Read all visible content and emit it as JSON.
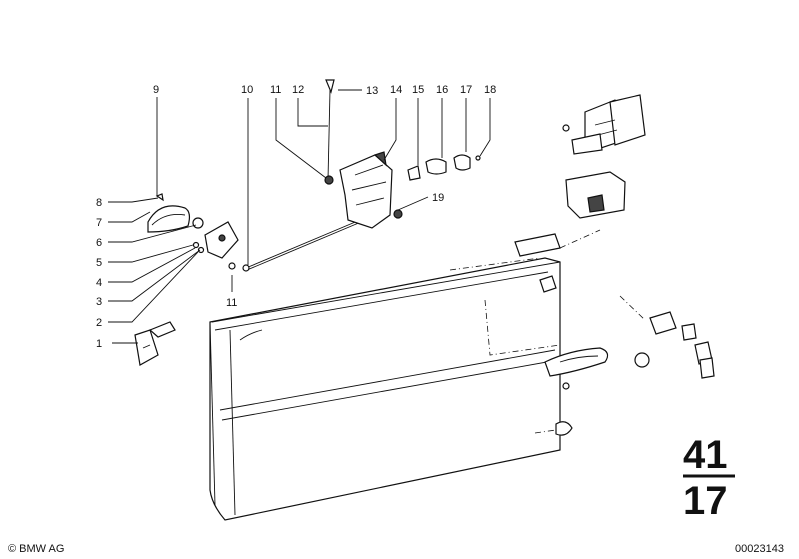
{
  "callouts": [
    {
      "id": "c1",
      "label": "1"
    },
    {
      "id": "c2",
      "label": "2"
    },
    {
      "id": "c3",
      "label": "3"
    },
    {
      "id": "c4",
      "label": "4"
    },
    {
      "id": "c5",
      "label": "5"
    },
    {
      "id": "c6",
      "label": "6"
    },
    {
      "id": "c7",
      "label": "7"
    },
    {
      "id": "c8",
      "label": "8"
    },
    {
      "id": "c9",
      "label": "9"
    },
    {
      "id": "c10",
      "label": "10"
    },
    {
      "id": "c11a",
      "label": "11"
    },
    {
      "id": "c11b",
      "label": "11"
    },
    {
      "id": "c12",
      "label": "12"
    },
    {
      "id": "c13",
      "label": "13"
    },
    {
      "id": "c14",
      "label": "14"
    },
    {
      "id": "c15",
      "label": "15"
    },
    {
      "id": "c16",
      "label": "16"
    },
    {
      "id": "c17",
      "label": "17"
    },
    {
      "id": "c18",
      "label": "18"
    },
    {
      "id": "c19",
      "label": "19"
    }
  ],
  "section": {
    "group": "41",
    "subgroup": "17"
  },
  "footer": {
    "copyright": "© BMW AG",
    "drawing_number": "00023143"
  }
}
